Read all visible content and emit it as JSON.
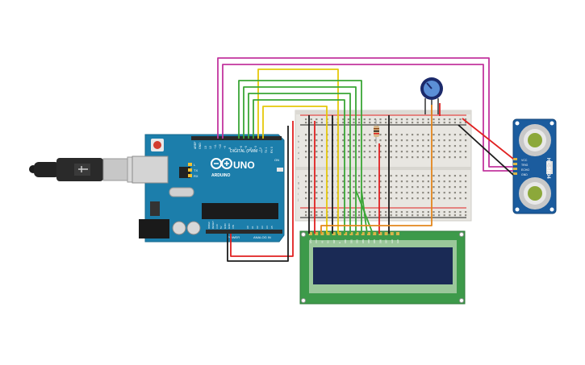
{
  "arduino": {
    "brand": "ARDUINO",
    "model": "UNO",
    "digital_label": "DIGITAL (PWM ~)",
    "power_label": "POWER",
    "analog_label": "ANALOG IN",
    "tx_label": "TX",
    "rx_label": "RX",
    "l_label": "L",
    "on_label": "ON",
    "aref_label": "AREF",
    "gnd_label": "GND",
    "pin_13": "13",
    "pin_12": "12",
    "pin_11": "~11",
    "pin_10": "~10",
    "pin_9": "~9",
    "pin_8": "8",
    "pin_7": "7",
    "pin_6": "~6",
    "pin_5": "~5",
    "pin_4": "4",
    "pin_3": "~3",
    "pin_2": "2",
    "pin_tx": "TX 1",
    "pin_rx": "RX 0",
    "ioref": "IOREF",
    "reset": "RESET",
    "v33": "3.3V",
    "v5": "5V",
    "gnd1": "GND",
    "gnd2": "GND",
    "vin": "VIN",
    "a0": "A0",
    "a1": "A1",
    "a2": "A2",
    "a3": "A3",
    "a4": "A4",
    "a5": "A5"
  },
  "sensor": {
    "model": "HC-SR04",
    "pin_vcc": "VCC",
    "pin_trig": "TRIG",
    "pin_echo": "ECHO",
    "pin_gnd": "GND"
  },
  "lcd": {
    "pins": [
      "GND",
      "VCC",
      "V0",
      "RS",
      "RW",
      "E",
      "DB0",
      "DB1",
      "DB2",
      "DB3",
      "DB4",
      "DB5",
      "DB6",
      "DB7",
      "LED",
      "LED"
    ]
  },
  "breadboard": {
    "row_letters_left": [
      "a",
      "b",
      "c",
      "d",
      "e",
      "f",
      "g",
      "h",
      "i",
      "j"
    ]
  },
  "colors": {
    "arduino_board": "#1c7eab",
    "lcd_board": "#3d9a4a",
    "lcd_screen": "#1a2a55",
    "sensor_board": "#1b5c9e",
    "breadboard": "#e8e6e1",
    "wire_magenta": "#c2359f",
    "wire_yellow": "#e5c80a",
    "wire_green": "#3aa636",
    "wire_red": "#e02020",
    "wire_black": "#1c1c1c",
    "wire_orange": "#e3861c"
  }
}
